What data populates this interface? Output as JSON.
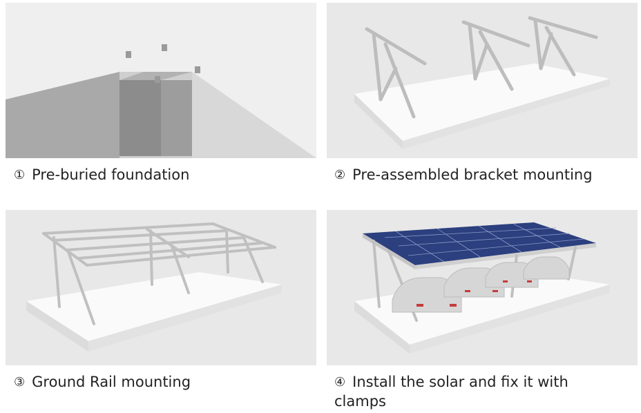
{
  "steps": [
    {
      "number": "①",
      "label": "Pre-buried foundation",
      "image": "foundation-render"
    },
    {
      "number": "②",
      "label": "Pre-assembled bracket mounting",
      "image": "bracket-render"
    },
    {
      "number": "③",
      "label": "Ground Rail mounting",
      "image": "rail-render"
    },
    {
      "number": "④",
      "label": "Install the solar and fix it with clamps",
      "image": "carport-render"
    }
  ]
}
